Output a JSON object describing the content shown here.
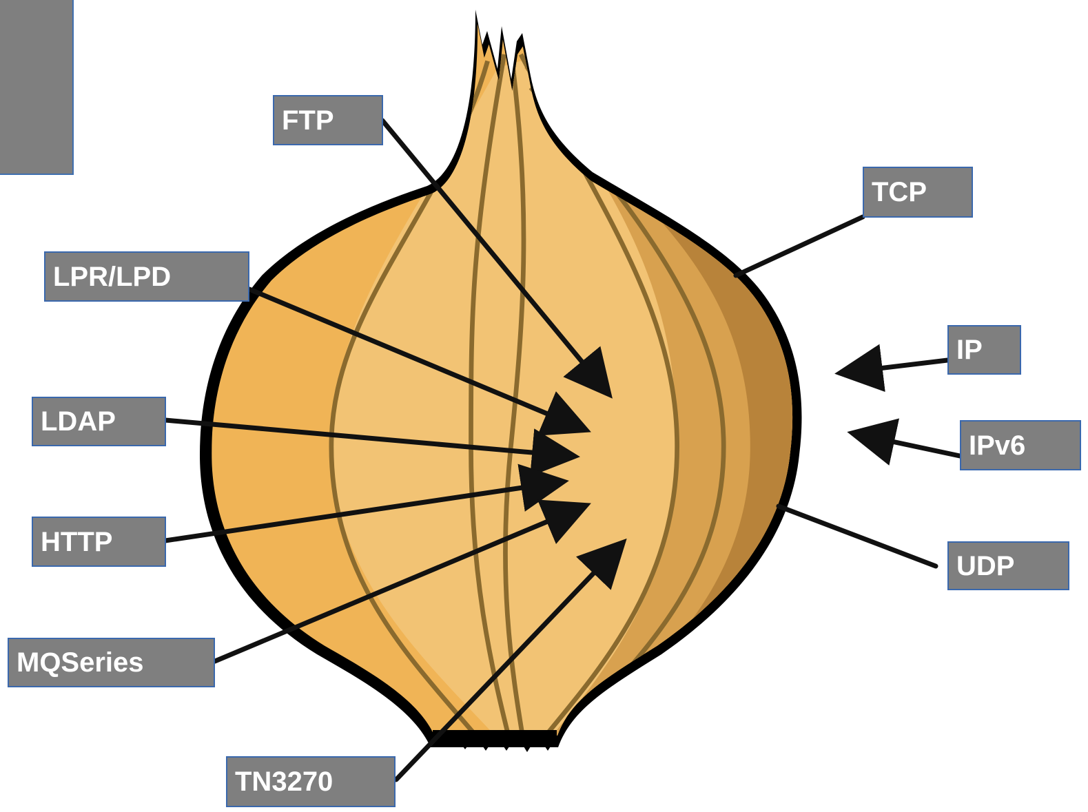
{
  "colors": {
    "box_fill": "#7f7f7f",
    "box_border": "#3a68ad",
    "label_text": "#ffffff",
    "onion_outline": "#000000",
    "onion_left_skin": "#f0b456",
    "onion_center": "#f2c374",
    "onion_right_light": "#d8a14f",
    "onion_right_dark": "#b8833a",
    "onion_vein": "#8a6a2e",
    "arrow": "#111111"
  },
  "labels": {
    "ftp": "FTP",
    "tcp": "TCP",
    "lpr_lpd": "LPR/LPD",
    "ip": "IP",
    "ldap": "LDAP",
    "ipv6": "IPv6",
    "http": "HTTP",
    "udp": "UDP",
    "mqseries": "MQSeries",
    "tn3270": "TN3270"
  },
  "icons": {
    "central": "onion-icon"
  }
}
